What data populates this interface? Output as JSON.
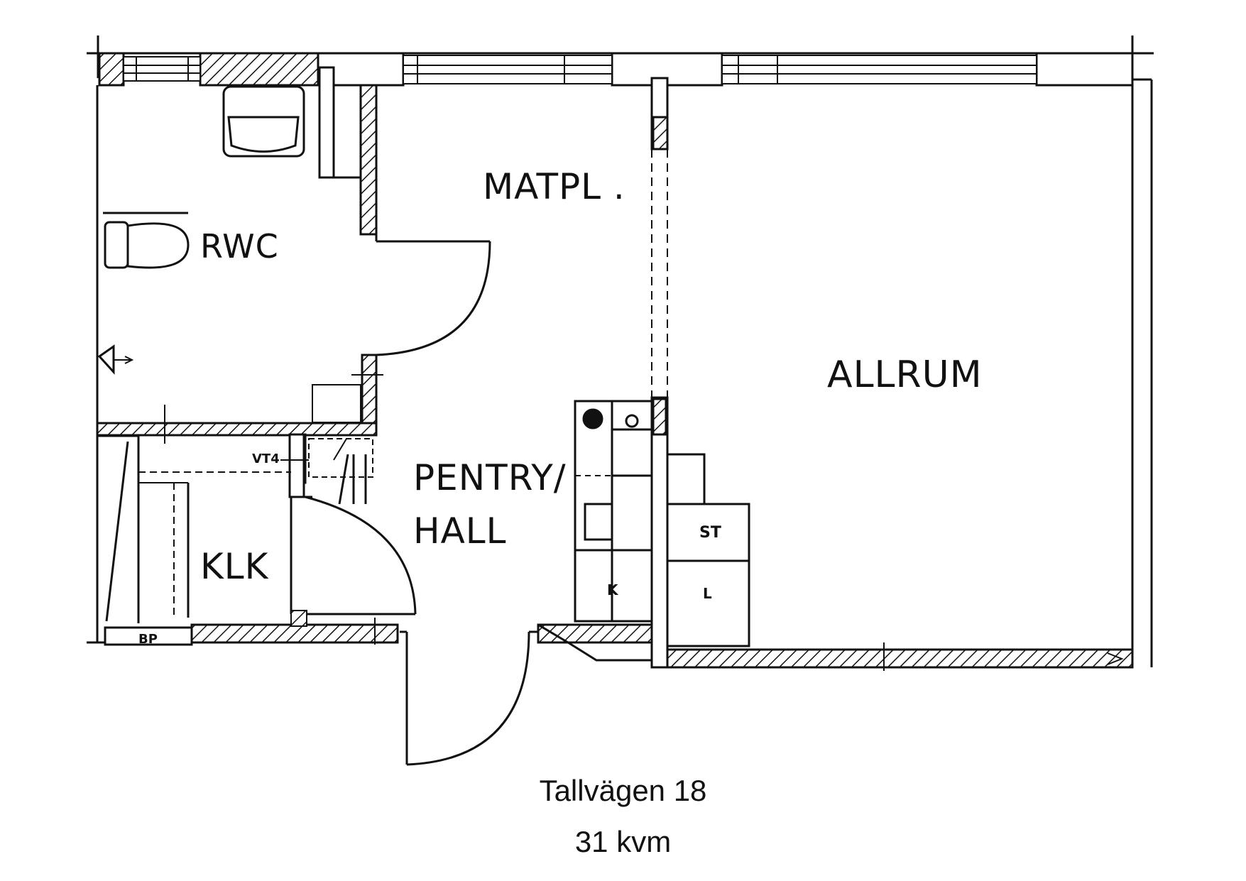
{
  "plan": {
    "rooms": {
      "rwc": "RWC",
      "matpl": "MATPL .",
      "allrum": "ALLRUM",
      "pentry_line1": "PENTRY/",
      "pentry_line2": "HALL",
      "klk": "KLK"
    },
    "fixtures": {
      "vt4": "VT4",
      "bp": "BP",
      "st": "ST",
      "k": "K",
      "l": "L"
    }
  },
  "caption": {
    "address": "Tallvägen 18",
    "area": "31 kvm"
  }
}
